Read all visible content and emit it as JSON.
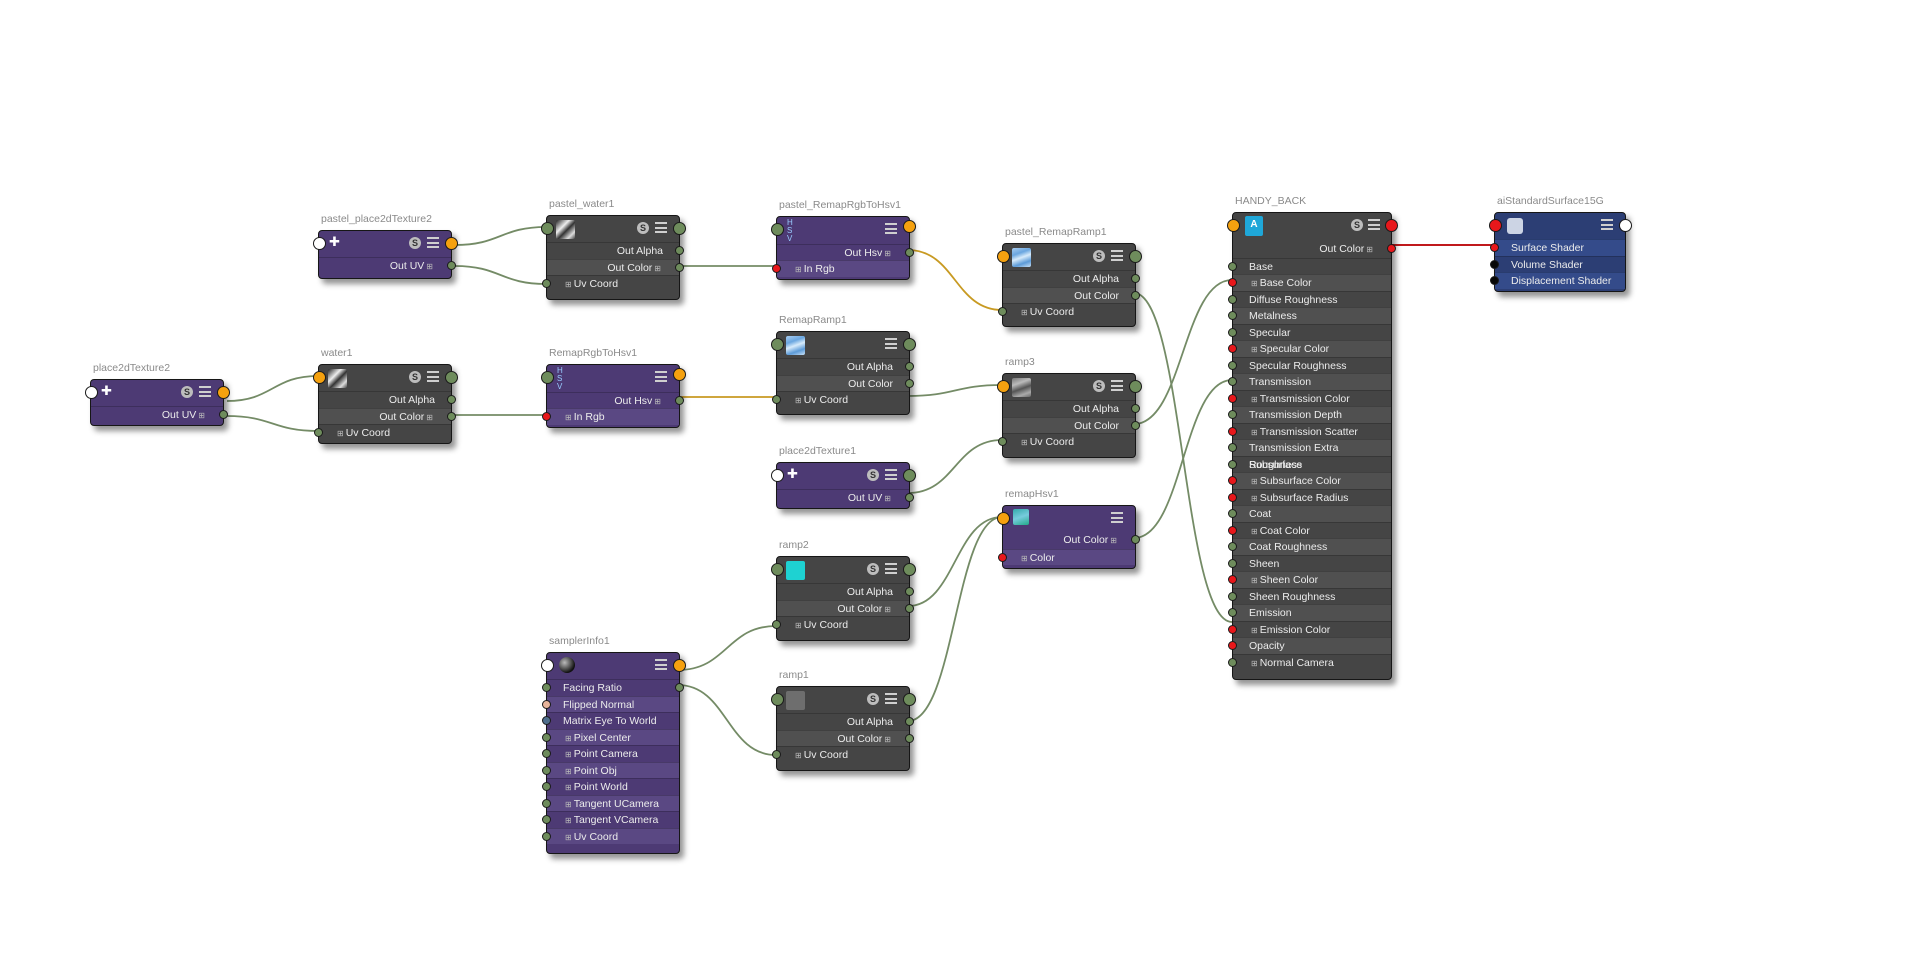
{
  "colors": {
    "wire_default": "#748b66",
    "wire_color": "#c89a22",
    "wire_shader": "#c0191c",
    "node_gray": "#454545",
    "node_purple": "#4d3a74",
    "node_blue": "#2c3e74",
    "port_green": "#6e8c5c",
    "port_red": "#e8171b",
    "port_yellow": "#f5a10f"
  },
  "nodes": {
    "place2dTexture2": {
      "title": "place2dTexture2",
      "icon": "place2d-icon",
      "outputs": [
        "Out UV"
      ]
    },
    "pastel_place2dTexture2": {
      "title": "pastel_place2dTexture2",
      "icon": "place2d-icon",
      "outputs": [
        "Out UV"
      ]
    },
    "water1": {
      "title": "water1",
      "icon": "water-swatch-icon",
      "outputs": [
        "Out Alpha",
        "Out Color"
      ],
      "inputs": [
        "Uv Coord"
      ]
    },
    "pastel_water1": {
      "title": "pastel_water1",
      "icon": "water-swatch-icon",
      "outputs": [
        "Out Alpha",
        "Out Color"
      ],
      "inputs": [
        "Uv Coord"
      ]
    },
    "remapRgbToHsv1": {
      "title": "RemapRgbToHsv1",
      "icon": "hsv-icon",
      "header_out": "Out Hsv",
      "inputs": [
        "In Rgb"
      ]
    },
    "pastel_remapRgbToHsv1": {
      "title": "pastel_RemapRgbToHsv1",
      "icon": "hsv-icon",
      "header_out": "Out Hsv",
      "inputs": [
        "In Rgb"
      ]
    },
    "remapRamp1": {
      "title": "RemapRamp1",
      "icon": "ramp-swatch-icon",
      "outputs": [
        "Out Alpha",
        "Out Color"
      ],
      "inputs": [
        "Uv Coord"
      ]
    },
    "pastel_remapRamp1": {
      "title": "pastel_RemapRamp1",
      "icon": "ramp-swatch-icon",
      "outputs": [
        "Out Alpha",
        "Out Color"
      ],
      "inputs": [
        "Uv Coord"
      ]
    },
    "place2dTexture1": {
      "title": "place2dTexture1",
      "icon": "place2d-icon",
      "outputs": [
        "Out UV"
      ]
    },
    "ramp3": {
      "title": "ramp3",
      "icon": "ramp-gray-swatch-icon",
      "outputs": [
        "Out Alpha",
        "Out Color"
      ],
      "inputs": [
        "Uv Coord"
      ]
    },
    "remapHsv1": {
      "title": "remapHsv1",
      "icon": "remap-hsv-icon",
      "header_out": "Out Color",
      "inputs": [
        "Color"
      ]
    },
    "ramp2": {
      "title": "ramp2",
      "icon": "cyan-swatch-icon",
      "outputs": [
        "Out Alpha",
        "Out Color"
      ],
      "inputs": [
        "Uv Coord"
      ]
    },
    "ramp1": {
      "title": "ramp1",
      "icon": "gray-swatch-icon",
      "outputs": [
        "Out Alpha",
        "Out Color"
      ],
      "inputs": [
        "Uv Coord"
      ]
    },
    "samplerInfo1": {
      "title": "samplerInfo1",
      "icon": "sampler-icon",
      "outputs": [
        "Facing Ratio",
        "Flipped Normal",
        "Matrix Eye To World",
        "Pixel Center",
        "Point Camera",
        "Point Obj",
        "Point World",
        "Tangent UCamera",
        "Tangent VCamera",
        "Uv Coord"
      ]
    },
    "handy_back": {
      "title": "HANDY_BACK",
      "icon": "arnold-icon",
      "out_label": "Out Color",
      "inputs": [
        "Base",
        "Base Color",
        "Diffuse Roughness",
        "Metalness",
        "Specular",
        "Specular Color",
        "Specular Roughness",
        "Transmission",
        "Transmission Color",
        "Transmission Depth",
        "Transmission Scatter",
        "Transmission Extra Roughness",
        "Subsurface",
        "Subsurface Color",
        "Subsurface Radius",
        "Coat",
        "Coat Color",
        "Coat Roughness",
        "Sheen",
        "Sheen Color",
        "Sheen Roughness",
        "Emission",
        "Emission Color",
        "Opacity",
        "Normal Camera"
      ]
    },
    "sg": {
      "title": "aiStandardSurface15G",
      "icon": "shading-group-icon",
      "inputs": [
        "Surface Shader",
        "Volume Shader",
        "Displacement Shader"
      ]
    }
  }
}
